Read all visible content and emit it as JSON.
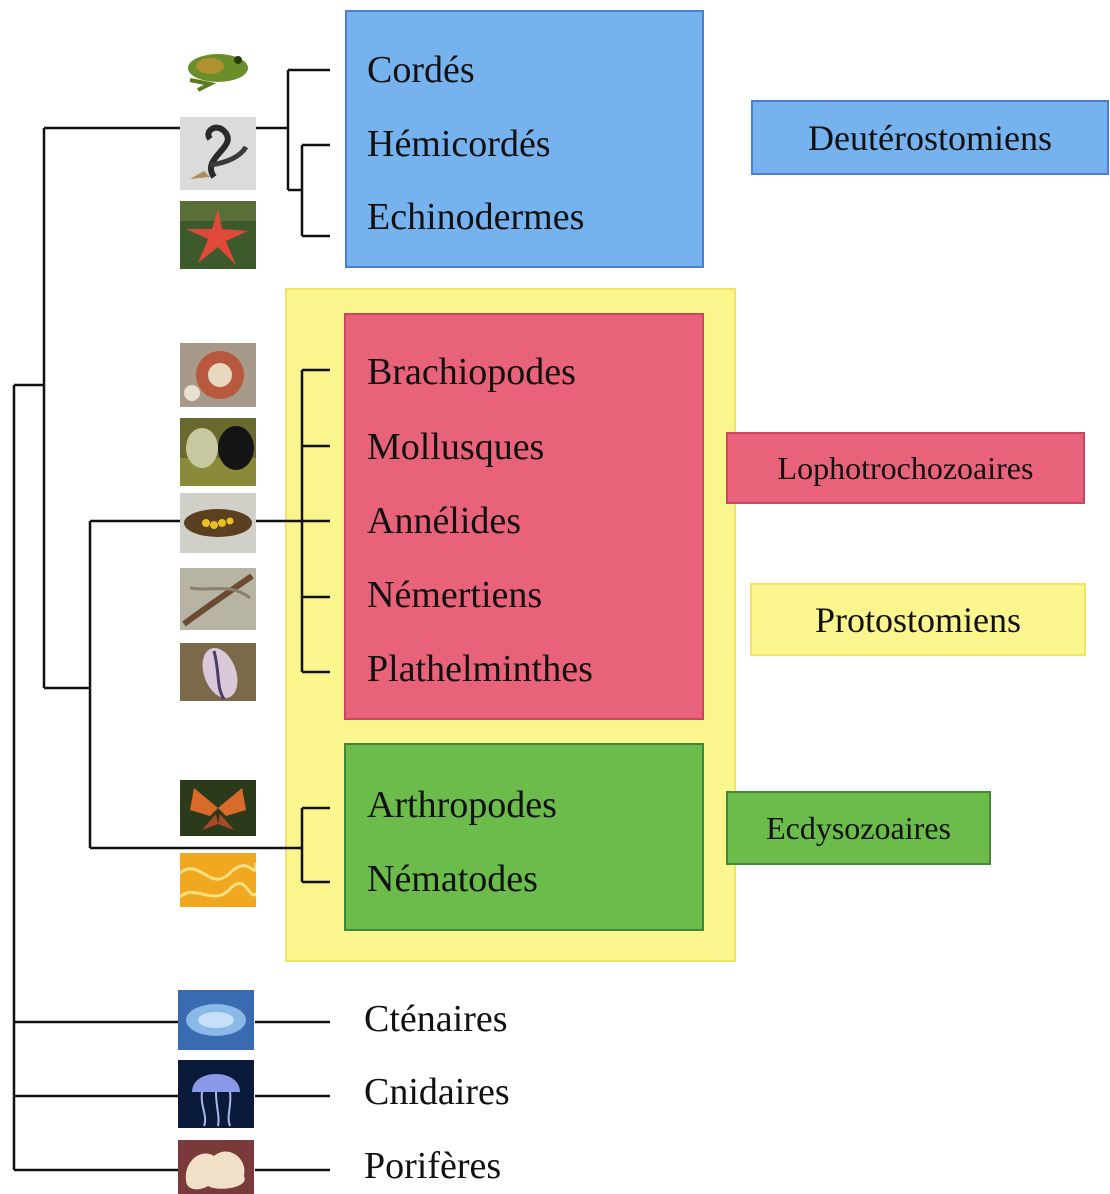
{
  "taxa": {
    "cordes": "Cordés",
    "hemicordes": "Hémicordés",
    "echinodermes": "Echinodermes",
    "brachiopodes": "Brachiopodes",
    "mollusques": "Mollusques",
    "annelides": "Annélides",
    "nemertiens": "Némertiens",
    "plathelminthes": "Plathelminthes",
    "arthropodes": "Arthropodes",
    "nematodes": "Nématodes",
    "ctenaires": "Cténaires",
    "cnidaires": "Cnidaires",
    "poriferes": "Porifères"
  },
  "groups": {
    "deuterostomiens": "Deutérostomiens",
    "lophotrochozoaires": "Lophotrochozoaires",
    "protostomiens": "Protostomiens",
    "ecdysozoaires": "Ecdysozoaires"
  },
  "colors": {
    "deuterostomiens": "#76b3ee",
    "lophotrochozoaires": "#e8637a",
    "protostomiens": "#fbf58d",
    "ecdysozoaires": "#6bbc4a"
  },
  "icons": [
    "frog-photo",
    "hemichordate-photo",
    "starfish-photo",
    "brachiopod-photo",
    "mollusc-photo",
    "leech-photo",
    "nemertean-photo",
    "flatworm-photo",
    "butterfly-photo",
    "nematode-photo",
    "ctenophore-photo",
    "jellyfish-photo",
    "sponge-photo"
  ]
}
